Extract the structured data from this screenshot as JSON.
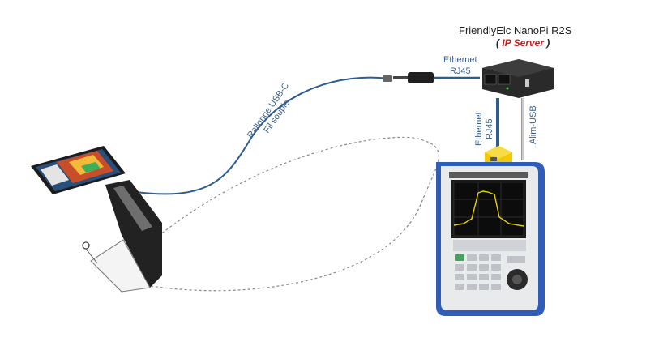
{
  "device": {
    "name": "FriendlyElc NanoPi R2S",
    "role_open": "( ",
    "role": "IP Server",
    "role_close": " )"
  },
  "labels": {
    "ethernet_top": "Ethernet",
    "rj45_top": "RJ45",
    "ethernet_vertical": "Ethernet",
    "rj45_vertical": "RJ45",
    "alim_usb": "Alim-USB",
    "cable_line1": "Rallonge USB-C",
    "cable_line2": "Fil souple"
  },
  "colors": {
    "cable": "#2f5c8f",
    "label_text": "#3b5f8a",
    "accent_red": "#cc1a1a",
    "analyzer_blue": "#2f5db8",
    "screen_bg": "#1a1a1a",
    "trace_yellow": "#e8d400",
    "adapter_yellow": "#f2c800"
  }
}
